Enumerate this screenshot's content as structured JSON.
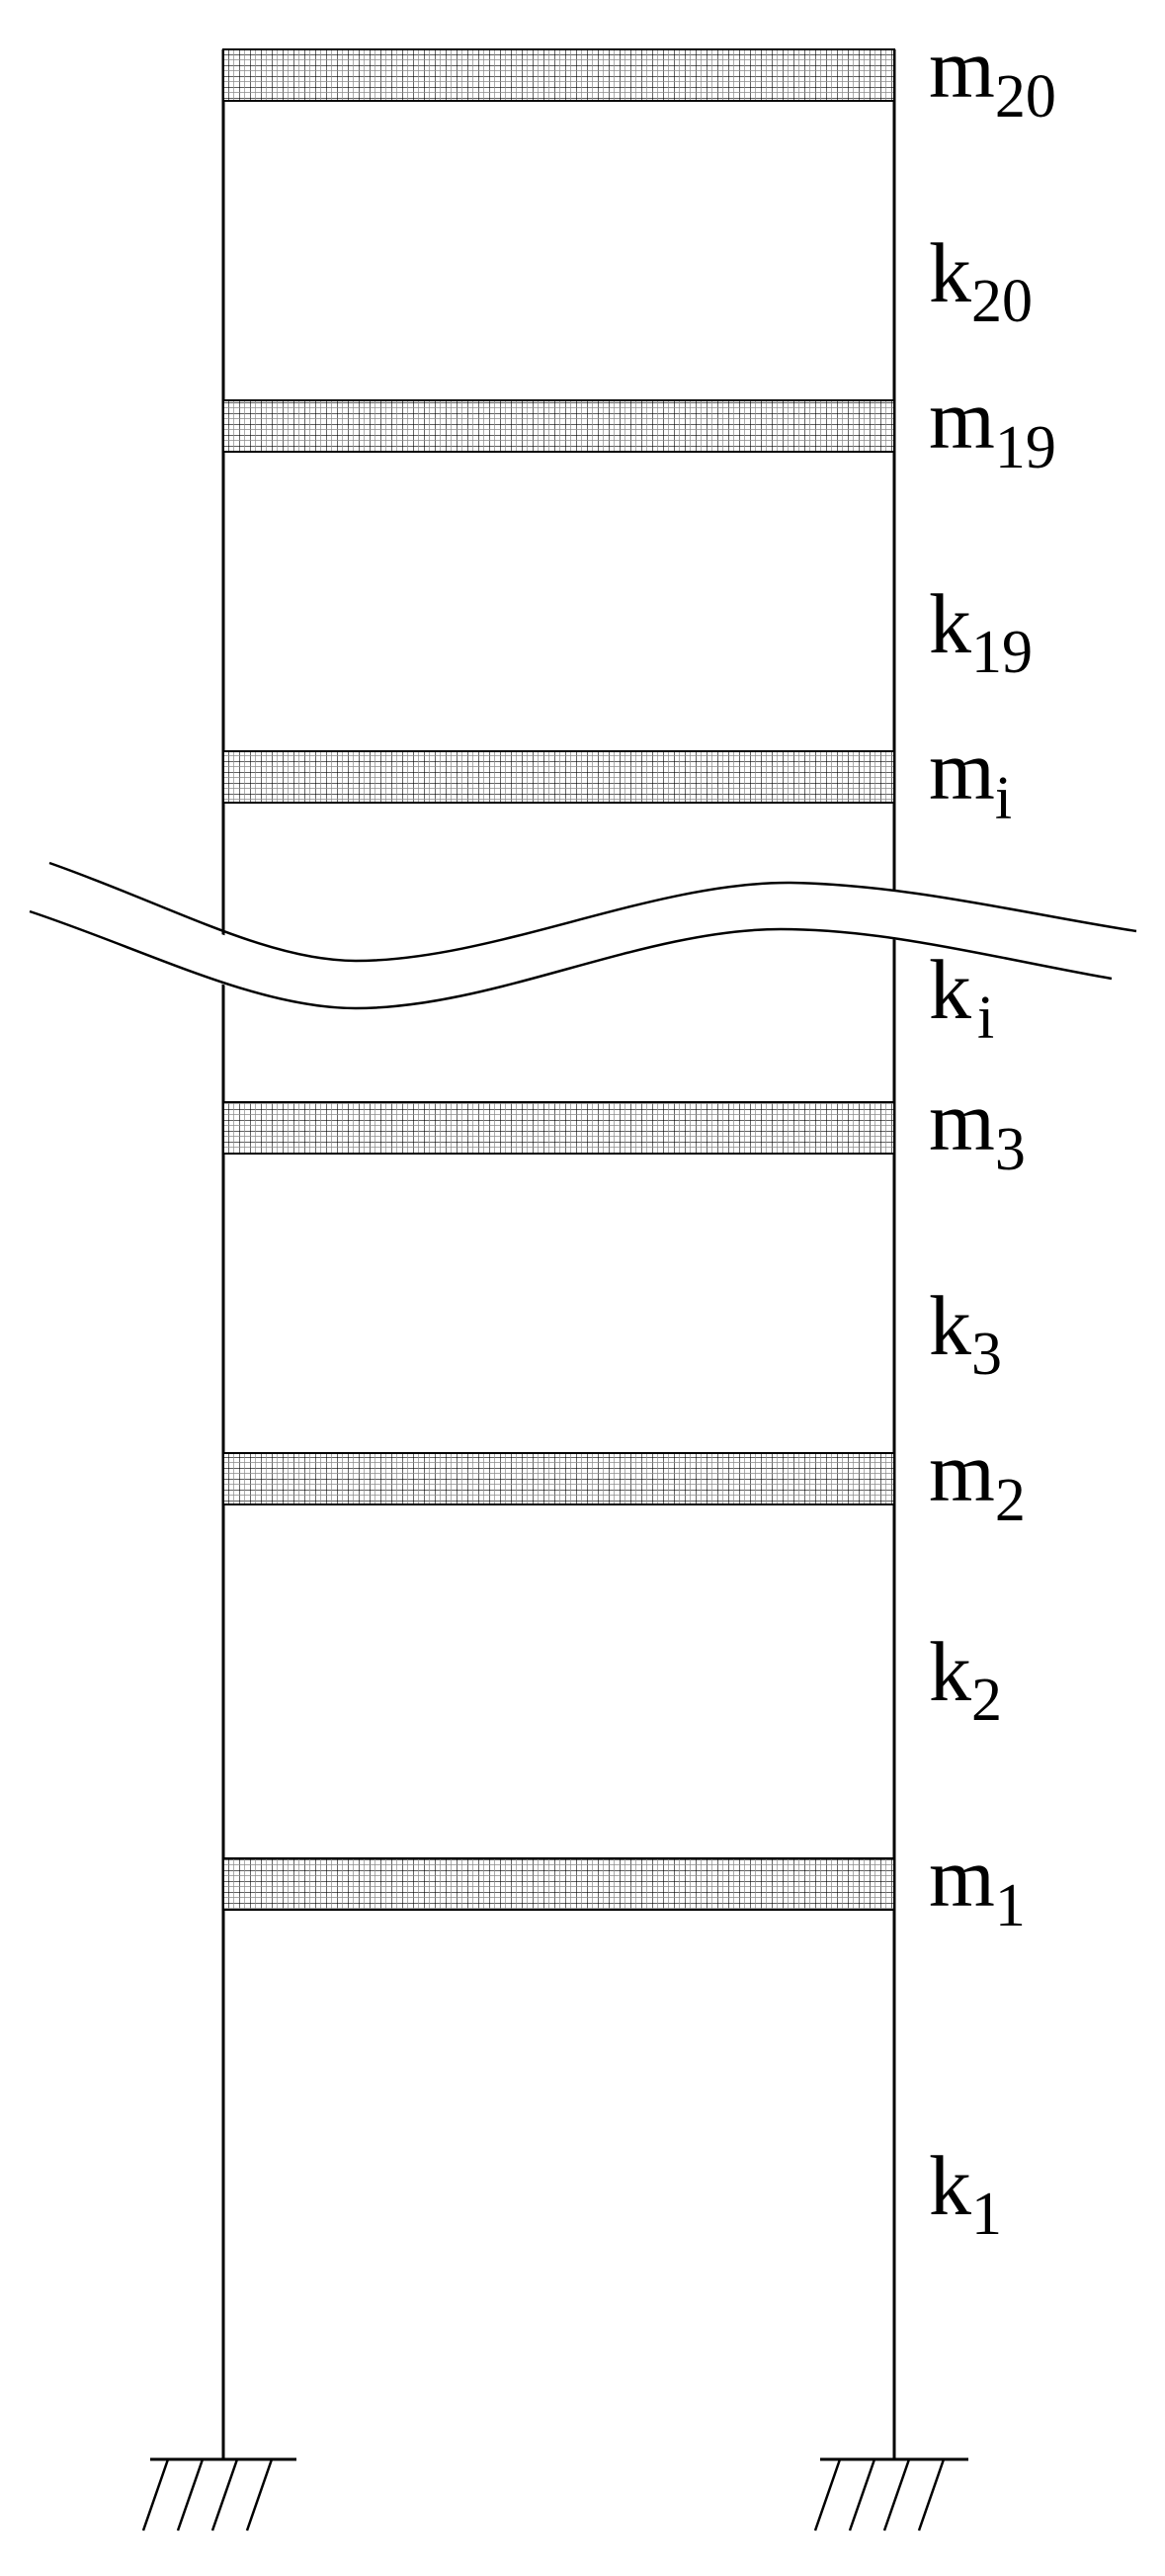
{
  "diagram": {
    "floors": [
      {
        "id": "20",
        "mass_base": "m",
        "mass_sub": "20",
        "stiffness_base": "k",
        "stiffness_sub": "20"
      },
      {
        "id": "19",
        "mass_base": "m",
        "mass_sub": "19",
        "stiffness_base": "k",
        "stiffness_sub": "19"
      },
      {
        "id": "i",
        "mass_base": "m",
        "mass_sub": "i",
        "stiffness_base": "k",
        "stiffness_sub": "i"
      },
      {
        "id": "3",
        "mass_base": "m",
        "mass_sub": "3",
        "stiffness_base": "k",
        "stiffness_sub": "3"
      },
      {
        "id": "2",
        "mass_base": "m",
        "mass_sub": "2",
        "stiffness_base": "k",
        "stiffness_sub": "2"
      },
      {
        "id": "1",
        "mass_base": "m",
        "mass_sub": "1",
        "stiffness_base": "k",
        "stiffness_sub": "1"
      }
    ],
    "colors": {
      "line": "#000000",
      "slab_fill": "#d9d9d9",
      "background": "#ffffff"
    }
  }
}
